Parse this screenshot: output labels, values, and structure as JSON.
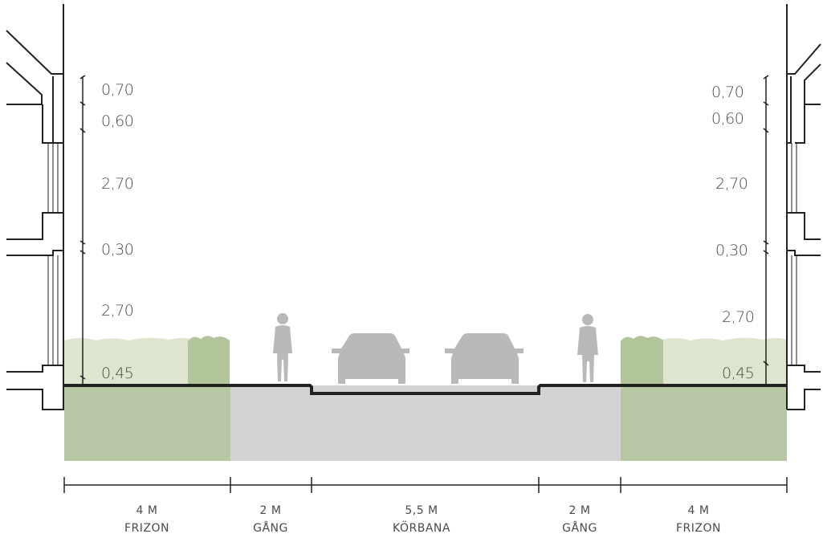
{
  "colors": {
    "green_light": "#dde5cf",
    "green_mid": "#b2c499",
    "green_ground": "#b8c7a3",
    "grey_ground": "#d3d3d3",
    "grey_figure": "#b9b9b9",
    "line": "#222222"
  },
  "heights": {
    "left": [
      "0,70",
      "0,60",
      "2,70",
      "0,30",
      "2,70",
      "0,45"
    ],
    "right": [
      "0,70",
      "0,60",
      "2,70",
      "0,30",
      "2,70",
      "0,45"
    ]
  },
  "zones": [
    {
      "width": "4 M",
      "name": "FRIZON"
    },
    {
      "width": "2 M",
      "name": "GÅNG"
    },
    {
      "width": "5,5 M",
      "name": "KÖRBANA"
    },
    {
      "width": "2 M",
      "name": "GÅNG"
    },
    {
      "width": "4 M",
      "name": "FRIZON"
    }
  ]
}
